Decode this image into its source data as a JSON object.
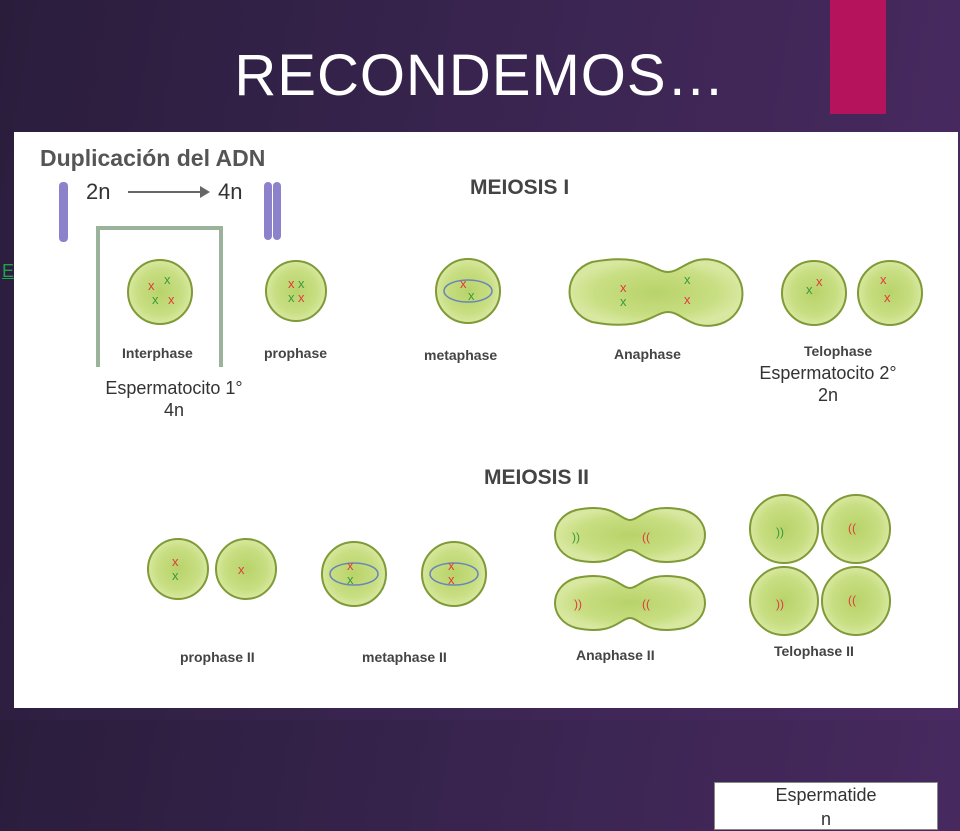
{
  "slide": {
    "title": "RECONDEMOS…",
    "accent_color": "#b5135b",
    "edge_text": "E"
  },
  "duplication": {
    "heading": "Duplicación del ADN",
    "from": "2n",
    "to": "4n"
  },
  "meiosis1": {
    "heading": "MEIOSIS I",
    "stages": [
      "Interphase",
      "prophase",
      "metaphase",
      "Anaphase",
      "Telophase"
    ]
  },
  "meiosis2": {
    "heading": "MEIOSIS II",
    "stages": [
      "prophase II",
      "metaphase II",
      "Anaphase II",
      "Telophase II"
    ]
  },
  "labels": {
    "spermatocyte1": {
      "line1": "Espermatocito 1°",
      "line2": "4n"
    },
    "spermatocyte2": {
      "line1": "Espermatocito 2°",
      "line2": "2n"
    },
    "spermatid": {
      "line1": "Espermatide",
      "line2": "n"
    }
  },
  "colors": {
    "cell_fill": "#cfe38a",
    "cell_edge": "#7f9a36",
    "nucleus": "#a9c860",
    "chrom_red": "#e03a3a",
    "chrom_green": "#3a9a3a",
    "spindle": "#6a86b8"
  }
}
